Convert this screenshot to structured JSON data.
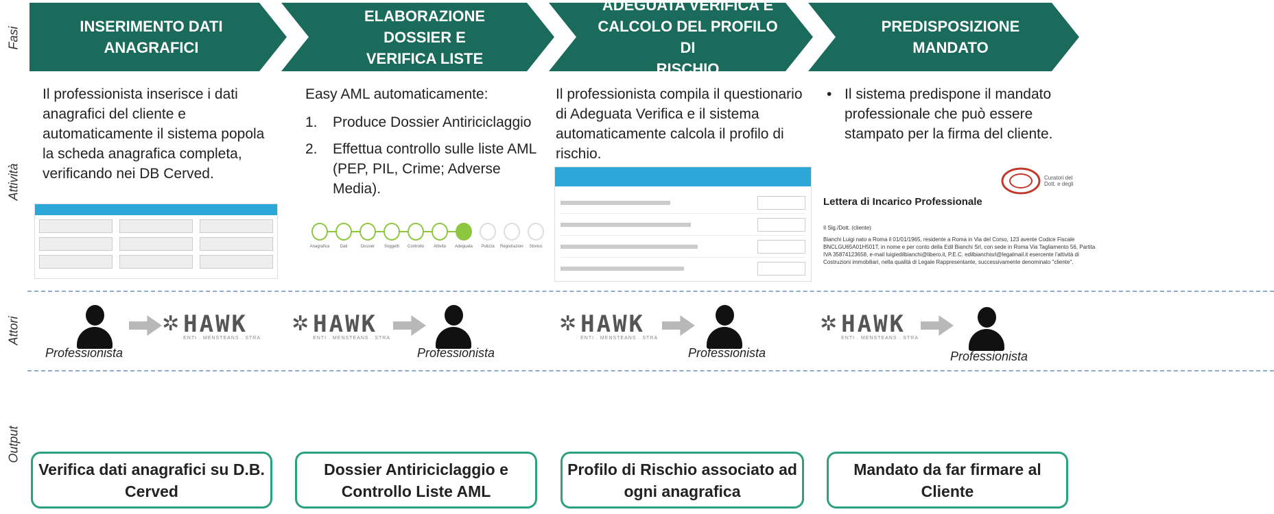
{
  "row_labels": {
    "fasi": "Fasi",
    "attivita": "Attività",
    "attori": "Attori",
    "output": "Output"
  },
  "colors": {
    "phase_fill": "#1a6b5c",
    "output_border": "#2aa07f",
    "divider": "#8fa9c9",
    "screenshot_accent": "#2ca7d8"
  },
  "phases": [
    {
      "title_1": "INSERIMENTO DATI",
      "title_2": "ANAGRAFICI",
      "title_3": ""
    },
    {
      "title_1": "ELABORAZIONE DOSSIER E",
      "title_2": "VERIFICA LISTE",
      "title_3": ""
    },
    {
      "title_1": "ADEGUATA VERIFICA E",
      "title_2": "CALCOLO DEL PROFILO DI",
      "title_3": "RISCHIO"
    },
    {
      "title_1": "PREDISPOSIZIONE",
      "title_2": "MANDATO",
      "title_3": ""
    }
  ],
  "activities": {
    "phase1": "Il professionista inserisce i dati anagrafici del cliente e automaticamente il sistema popola la scheda anagrafica completa, verificando nei DB Cerved.",
    "phase2_intro": "Easy AML automaticamente:",
    "phase2_steps": [
      {
        "num": "1.",
        "text": "Produce Dossier Antiriciclaggio"
      },
      {
        "num": "2.",
        "text": "Effettua controllo sulle liste AML (PEP, PIL, Crime; Adverse Media)."
      }
    ],
    "phase3": "Il professionista compila il questionario di Adeguata Verifica e il sistema automaticamente calcola il profilo di rischio.",
    "phase4_bullet": "•",
    "phase4": "Il sistema predispone il mandato professionale che può essere stampato per la firma del cliente."
  },
  "screenshots": {
    "workflow_steps": [
      "Anagrafica",
      "Dati",
      "Dossier",
      "Soggetti",
      "Controllo",
      "Attività",
      "Adeguata",
      "Polizza",
      "Registrazione",
      "Storico"
    ],
    "workflow_current_index": 6,
    "letter_title": "Lettera di Incarico Professionale",
    "letter_salutation": "Il Sig./Dott. (cliente)",
    "letter_body": "Bianchi Luigi nato a Roma il 01/01/1965, residente a Roma in Via del Corso, 123 avente Codice Fiscale BNCLGU65A01H501T, in nome e per conto della Edil Bianchi Srl, con sede in Roma Via Tagliamento 56, Partita IVA 35874123658, e-mail luigiedilbianchi@libero.it, P.E.C. edilbianchisrl@legalmail.it esercente l'attività di Costruzioni immobiliari, nella qualità di Legale Rappresentante, successivamente denominato \"cliente\".",
    "letter_logo_text": "Curatori del Dott. e degli"
  },
  "actors": {
    "professionista": "Professionista",
    "system_logo": "HAWK",
    "system_tagline": "ENTI . MENSTEANS . STRA"
  },
  "outputs": [
    {
      "line_1": "Verifica dati anagrafici su D.B.",
      "line_2": "Cerved"
    },
    {
      "line_1": "Dossier Antiriciclaggio e",
      "line_2": "Controllo Liste AML"
    },
    {
      "line_1": "Profilo di Rischio associato ad",
      "line_2": "ogni anagrafica"
    },
    {
      "line_1": "Mandato da far firmare al",
      "line_2": "Cliente"
    }
  ]
}
